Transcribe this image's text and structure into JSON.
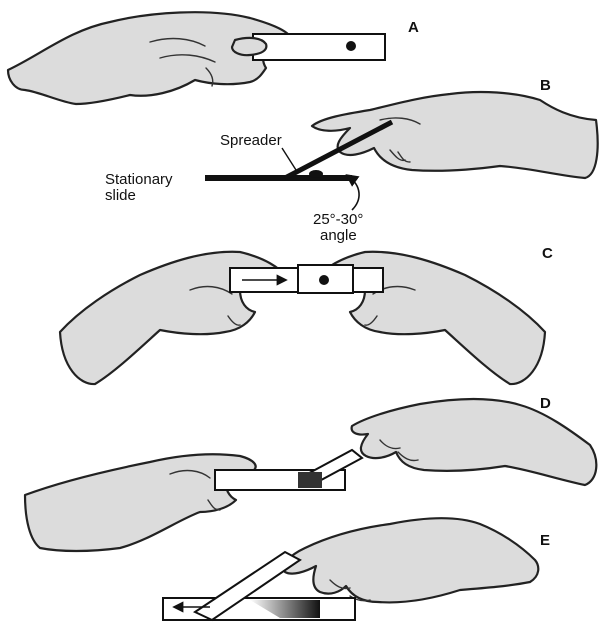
{
  "panels": {
    "a": {
      "letter": "A"
    },
    "b": {
      "letter": "B",
      "spreader_label": "Spreader",
      "stationary_label_line1": "Stationary",
      "stationary_label_line2": "slide",
      "angle_label_line1": "25°-30°",
      "angle_label_line2": "angle"
    },
    "c": {
      "letter": "C"
    },
    "d": {
      "letter": "D"
    },
    "e": {
      "letter": "E"
    }
  },
  "colors": {
    "hand_fill": "#dcdcdc",
    "outline": "#222222",
    "background": "#ffffff"
  }
}
